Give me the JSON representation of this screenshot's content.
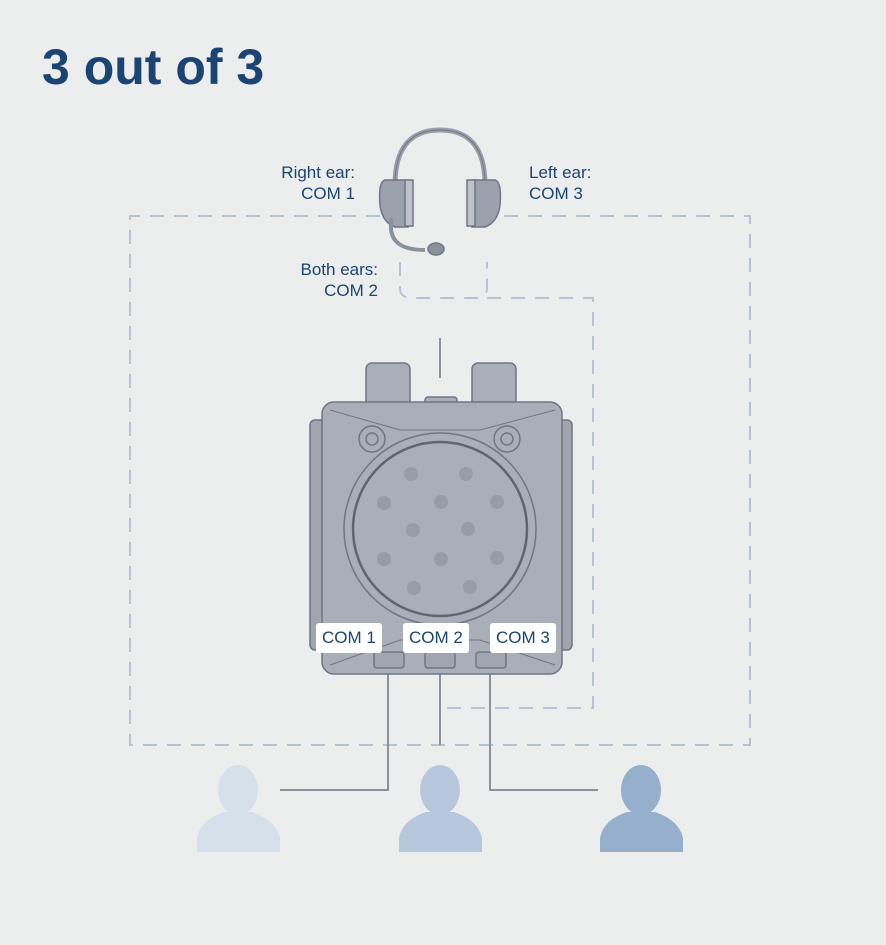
{
  "title": "3 out of 3",
  "headset_labels": {
    "right_ear": {
      "line1": "Right ear:",
      "line2": "COM 1"
    },
    "left_ear": {
      "line1": "Left ear:",
      "line2": "COM 3"
    },
    "both_ears": {
      "line1": "Both ears:",
      "line2": "COM 2"
    }
  },
  "ports": [
    "COM 1",
    "COM 2",
    "COM 3"
  ],
  "colors": {
    "title": "#1b4472",
    "dash": "#b5c3d5",
    "device": "#a9aeb8",
    "person1": "#d6e0eb",
    "person2": "#b8c8dc",
    "person3": "#95afcc"
  }
}
